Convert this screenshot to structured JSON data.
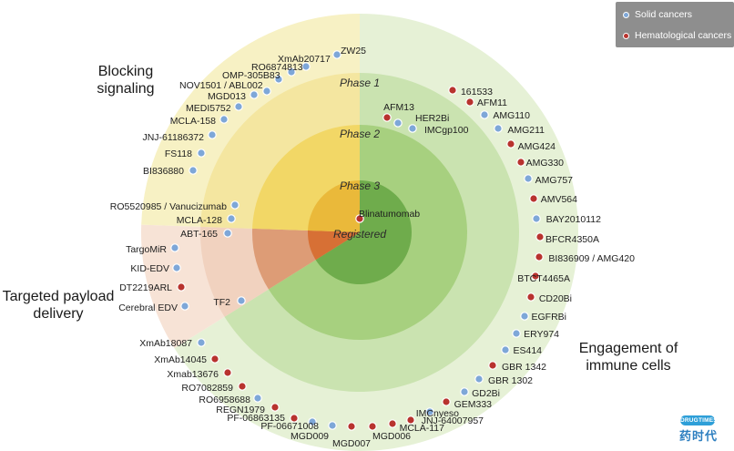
{
  "legend": {
    "solid_label": "Solid cancers",
    "hema_label": "Hematological cancers",
    "solid_color": "#7ea7d8",
    "hema_color": "#b8332e"
  },
  "categories": {
    "blocking": "Blocking\nsignaling",
    "payload": "Targeted payload\ndelivery",
    "immune": "Engagement of\nimmune cells"
  },
  "phases": {
    "phase1": "Phase 1",
    "phase2": "Phase 2",
    "phase3": "Phase 3",
    "registered": "Registered"
  },
  "colors": {
    "blocking_outer": "#f7f1c4",
    "blocking_mid": "#f4e6a0",
    "blocking_inner": "#f2d766",
    "blocking_core": "#eab93a",
    "payload_outer": "#f7e3d6",
    "payload_mid": "#f1d2bf",
    "payload_inner": "#dd9c76",
    "payload_core": "#d77035",
    "immune_outer": "#e6f1d6",
    "immune_mid": "#cae3b0",
    "immune_inner": "#a7d07f",
    "immune_core": "#6fac4c"
  },
  "drugs": [
    {
      "name": "ZW25",
      "type": "solid"
    },
    {
      "name": "XmAb20717",
      "type": "solid"
    },
    {
      "name": "RO6874813",
      "type": "solid"
    },
    {
      "name": "OMP-305B83",
      "type": "solid"
    },
    {
      "name": "NOV1501 / ABL002",
      "type": "solid"
    },
    {
      "name": "MGD013",
      "type": "solid"
    },
    {
      "name": "MEDI5752",
      "type": "solid"
    },
    {
      "name": "MCLA-158",
      "type": "solid"
    },
    {
      "name": "JNJ-61186372",
      "type": "solid"
    },
    {
      "name": "FS118",
      "type": "solid"
    },
    {
      "name": "BI836880",
      "type": "solid"
    },
    {
      "name": "RO5520985 / Vanucizumab",
      "type": "solid"
    },
    {
      "name": "MCLA-128",
      "type": "solid"
    },
    {
      "name": "ABT-165",
      "type": "solid"
    },
    {
      "name": "TargoMiR",
      "type": "solid"
    },
    {
      "name": "KID-EDV",
      "type": "solid"
    },
    {
      "name": "DT2219ARL",
      "type": "hema"
    },
    {
      "name": "Cerebral EDV",
      "type": "solid"
    },
    {
      "name": "TF2",
      "type": "solid"
    },
    {
      "name": "XmAb18087",
      "type": "solid"
    },
    {
      "name": "XmAb14045",
      "type": "hema"
    },
    {
      "name": "Xmab13676",
      "type": "hema"
    },
    {
      "name": "RO7082859",
      "type": "hema"
    },
    {
      "name": "RO6958688",
      "type": "solid"
    },
    {
      "name": "REGN1979",
      "type": "hema"
    },
    {
      "name": "PF-06863135",
      "type": "hema"
    },
    {
      "name": "PF-06671008",
      "type": "solid"
    },
    {
      "name": "MGD009",
      "type": "solid"
    },
    {
      "name": "MGD007",
      "type": "hema"
    },
    {
      "name": "MGD006",
      "type": "hema"
    },
    {
      "name": "MCLA-117",
      "type": "hema"
    },
    {
      "name": "JNJ-64007957",
      "type": "hema"
    },
    {
      "name": "IMCnyeso",
      "type": "solid"
    },
    {
      "name": "GEM333",
      "type": "hema"
    },
    {
      "name": "GD2Bi",
      "type": "solid"
    },
    {
      "name": "GBR 1302",
      "type": "solid"
    },
    {
      "name": "GBR 1342",
      "type": "hema"
    },
    {
      "name": "ES414",
      "type": "solid"
    },
    {
      "name": "ERY974",
      "type": "solid"
    },
    {
      "name": "EGFRBi",
      "type": "solid"
    },
    {
      "name": "CD20Bi",
      "type": "hema"
    },
    {
      "name": "BTCT4465A",
      "type": "hema"
    },
    {
      "name": "BI836909 / AMG420",
      "type": "hema"
    },
    {
      "name": "BFCR4350A",
      "type": "hema"
    },
    {
      "name": "BAY2010112",
      "type": "solid"
    },
    {
      "name": "AMV564",
      "type": "hema"
    },
    {
      "name": "AMG757",
      "type": "solid"
    },
    {
      "name": "AMG330",
      "type": "hema"
    },
    {
      "name": "AMG424",
      "type": "hema"
    },
    {
      "name": "AMG211",
      "type": "solid"
    },
    {
      "name": "AMG110",
      "type": "solid"
    },
    {
      "name": "AFM11",
      "type": "hema"
    },
    {
      "name": "161533",
      "type": "hema"
    },
    {
      "name": "AFM13",
      "type": "hema"
    },
    {
      "name": "HER2Bi",
      "type": "solid"
    },
    {
      "name": "IMCgp100",
      "type": "solid"
    },
    {
      "name": "Blinatumomab",
      "type": "hema"
    }
  ],
  "logo": {
    "badge": "DRUGTIMES",
    "text": "药时代"
  }
}
